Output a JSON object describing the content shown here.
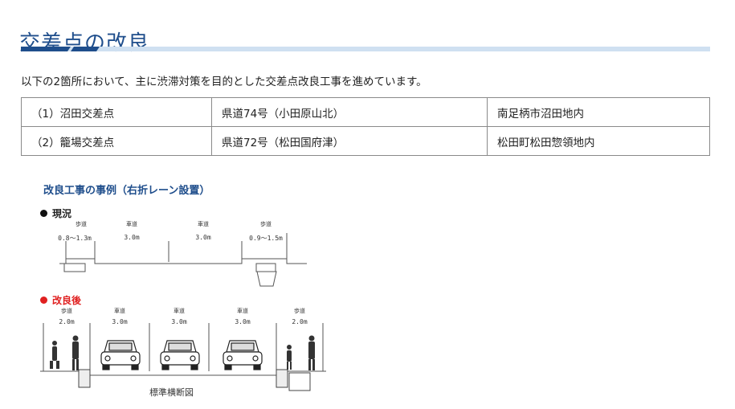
{
  "page": {
    "title": "交差点の改良",
    "intro": "以下の2箇所において、主に渋滞対策を目的とした交差点改良工事を進めています。"
  },
  "locations": [
    {
      "name": "（1）沼田交差点",
      "road": "県道74号（小田原山北）",
      "area": "南足柄市沼田地内"
    },
    {
      "name": "（2）籠場交差点",
      "road": "県道72号（松田国府津）",
      "area": "松田町松田惣領地内"
    }
  ],
  "diagram": {
    "title": "改良工事の事例（右折レーン設置）",
    "caption": "標準横断図",
    "current": {
      "label": "現況",
      "dot_color": "#111111",
      "lanes": [
        {
          "name": "歩道",
          "width": "0.8～1.3m"
        },
        {
          "name": "車道",
          "width": "3.0m"
        },
        {
          "name": "車道",
          "width": "3.0m"
        },
        {
          "name": "歩道",
          "width": "0.9～1.5m"
        }
      ]
    },
    "improved": {
      "label": "改良後",
      "dot_color": "#e02020",
      "lanes": [
        {
          "name": "歩道",
          "width": "2.0m"
        },
        {
          "name": "車道",
          "width": "3.0m"
        },
        {
          "name": "車道",
          "width": "3.0m"
        },
        {
          "name": "車道",
          "width": "3.0m"
        },
        {
          "name": "歩道",
          "width": "2.0m"
        }
      ]
    }
  },
  "colors": {
    "title": "#1f4e8c",
    "rule_dark": "#1f4e8c",
    "rule_light": "#cfe0f1",
    "improved_label": "#e02020"
  }
}
